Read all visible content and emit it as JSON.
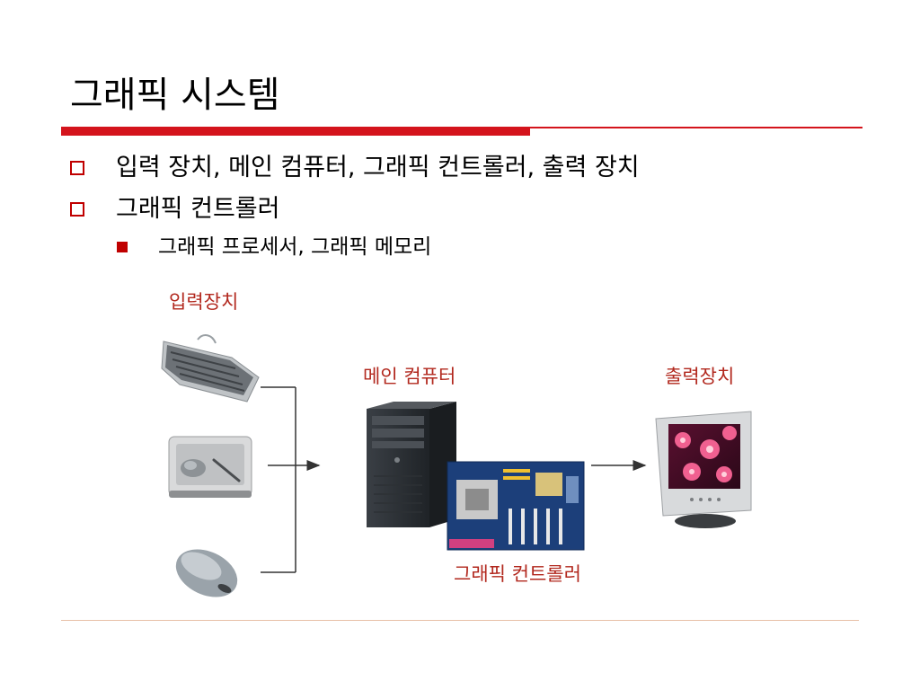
{
  "slide": {
    "title": "그래픽 시스템",
    "bullets": [
      {
        "text": "입력 장치, 메인 컴퓨터, 그래픽 컨트롤러, 출력 장치"
      },
      {
        "text": "그래픽 컨트롤러"
      }
    ],
    "sub_bullets": [
      {
        "text": "그래픽 프로세서, 그래픽 메모리"
      }
    ],
    "accent_color": "#d4141c"
  },
  "diagram": {
    "labels": {
      "input": "입력장치",
      "main": "메인 컴퓨터",
      "output": "출력장치",
      "controller": "그래픽 컨트롤러"
    },
    "icons": {
      "keyboard": "keyboard-icon",
      "tablet": "graphics-tablet-icon",
      "mouse": "mouse-icon",
      "computer": "computer-tower-icon",
      "motherboard": "motherboard-icon",
      "monitor": "crt-monitor-icon"
    }
  }
}
